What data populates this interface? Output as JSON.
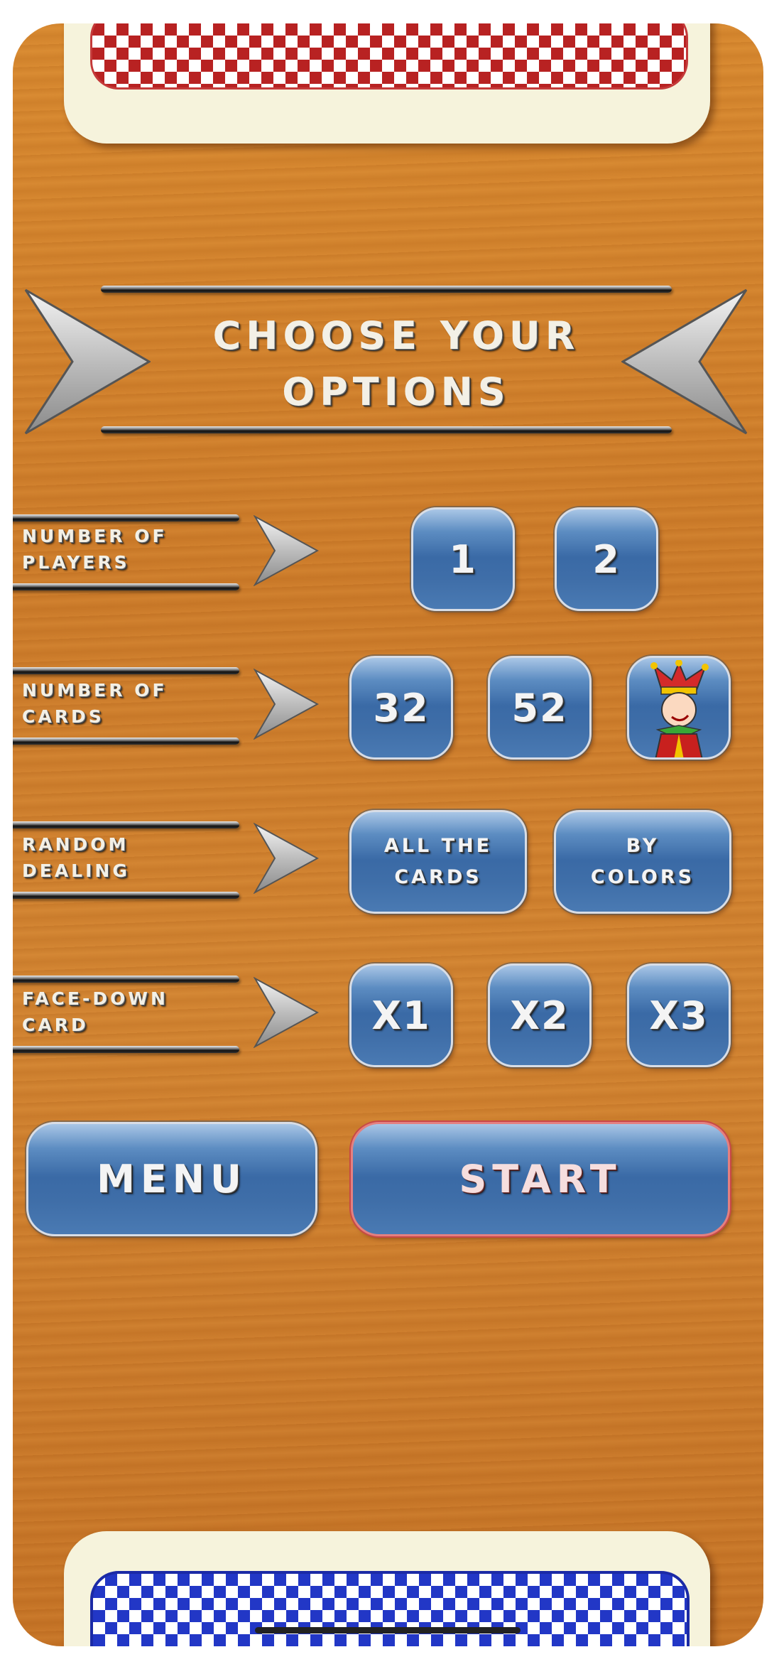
{
  "title": {
    "line1": "CHOOSE YOUR",
    "line2": "OPTIONS"
  },
  "rows": [
    {
      "label1": "NUMBER OF",
      "label2": "PLAYERS",
      "options": [
        "1",
        "2"
      ]
    },
    {
      "label1": "NUMBER OF",
      "label2": "CARDS",
      "options": [
        "32",
        "52"
      ],
      "extra_icon": "joker-icon"
    },
    {
      "label1": "RANDOM",
      "label2": "DEALING",
      "options": [
        {
          "l1": "ALL THE",
          "l2": "CARDS"
        },
        {
          "l1": "BY",
          "l2": "COLORS"
        }
      ]
    },
    {
      "label1": "FACE-DOWN",
      "label2": "CARD",
      "options": [
        "X1",
        "X2",
        "X3"
      ]
    }
  ],
  "buttons": {
    "menu": "MENU",
    "start": "START"
  },
  "colors": {
    "wood": "#d0802f",
    "button_blue": "#3f6ea8",
    "start_outline": "#d05050",
    "top_card": "#b82222",
    "bottom_card": "#2237c6"
  }
}
